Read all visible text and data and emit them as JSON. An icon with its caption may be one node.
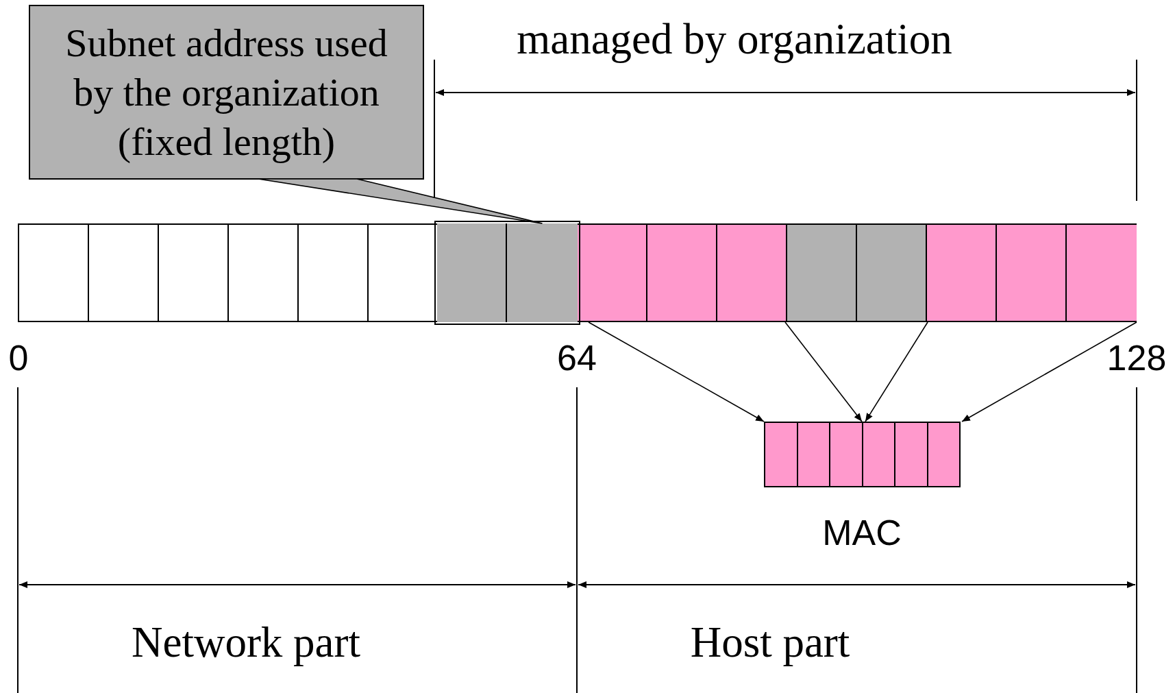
{
  "diagram": {
    "nodes": [
      {
        "text": [
          "Subnet address used by the organization (fixed length)"
        ]
      },
      {
        "text": [],
        "shape": "bar"
      },
      {
        "text": [],
        "shape": "box",
        "in": 1
      },
      {
        "text": [],
        "shape": "box",
        "beside": [
          "MAC"
        ]
      }
    ],
    "edges": [
      {
        "from": 0,
        "to": 2,
        "arrow": "none"
      },
      {
        "from": 1,
        "to": 3,
        "arrow": "to"
      },
      {
        "from": 1,
        "to": 3,
        "arrow": "to"
      },
      {
        "from": 1,
        "to": 3,
        "arrow": "to"
      },
      {
        "from": 1,
        "to": 3,
        "arrow": "to"
      }
    ],
    "labels": [
      "managed by organization",
      "0",
      "64",
      "128",
      "Network part",
      "Host part"
    ]
  }
}
